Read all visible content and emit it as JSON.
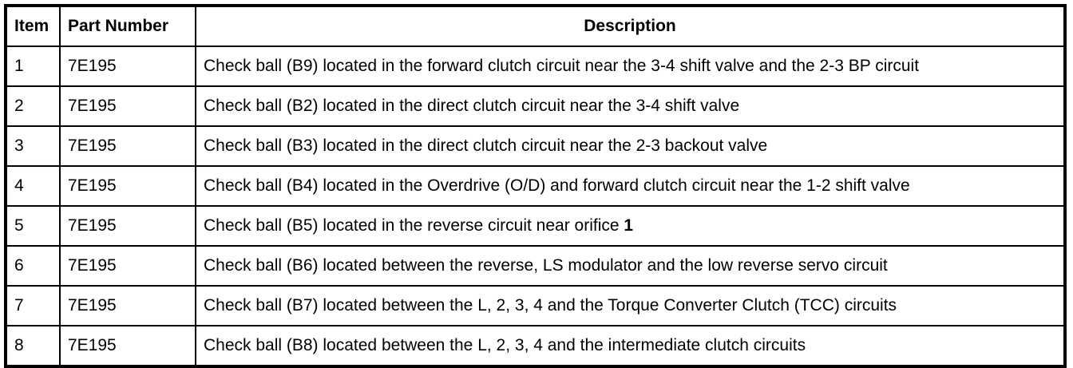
{
  "table": {
    "columns": [
      {
        "key": "item",
        "label": "Item",
        "align": "left"
      },
      {
        "key": "part_number",
        "label": "Part Number",
        "align": "left"
      },
      {
        "key": "description",
        "label": "Description",
        "align": "center"
      }
    ],
    "rows": [
      {
        "item": "1",
        "part_number": "7E195",
        "description": "Check ball (B9) located in the forward clutch circuit near the 3-4 shift valve and the 2-3 BP circuit"
      },
      {
        "item": "2",
        "part_number": "7E195",
        "description": "Check ball (B2) located in the direct clutch circuit near the 3-4 shift valve"
      },
      {
        "item": "3",
        "part_number": "7E195",
        "description": "Check ball (B3) located in the direct clutch circuit near the 2-3 backout valve"
      },
      {
        "item": "4",
        "part_number": "7E195",
        "description": "Check ball (B4) located in the Overdrive (O/D) and forward clutch circuit near the 1-2 shift valve"
      },
      {
        "item": "5",
        "part_number": "7E195",
        "description_prefix": "Check ball (B5) located in the reverse circuit near orifice ",
        "description_emphasis": "1",
        "description": "Check ball (B5) located in the reverse circuit near orifice 1"
      },
      {
        "item": "6",
        "part_number": "7E195",
        "description": "Check ball (B6) located between the reverse, LS modulator and the low reverse servo circuit"
      },
      {
        "item": "7",
        "part_number": "7E195",
        "description": "Check ball (B7) located between the L, 2, 3, 4 and the Torque Converter Clutch (TCC) circuits"
      },
      {
        "item": "8",
        "part_number": "7E195",
        "description": "Check ball (B8) located between the L, 2, 3, 4 and the intermediate clutch circuits"
      }
    ]
  },
  "colors": {
    "border": "#000000",
    "text": "#000000",
    "background": "#ffffff"
  }
}
